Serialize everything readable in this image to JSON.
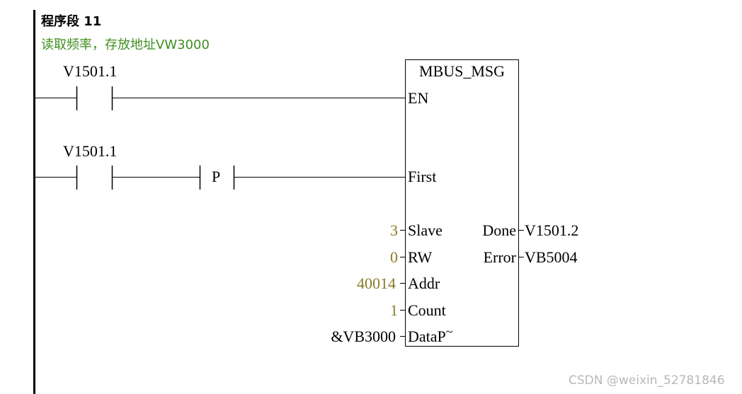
{
  "network": {
    "title": "程序段 11",
    "comment": "读取频率，存放地址VW3000"
  },
  "contacts": {
    "contact1_address": "V1501.1",
    "contact2_address": "V1501.1",
    "edge_label": "P"
  },
  "block": {
    "name": "MBUS_MSG",
    "input_en": "EN",
    "input_first": "First",
    "input_slave": "Slave",
    "input_rw": "RW",
    "input_addr": "Addr",
    "input_count": "Count",
    "input_datap": "DataP",
    "output_done": "Done",
    "output_error": "Error"
  },
  "params": {
    "slave_value": "3",
    "rw_value": "0",
    "addr_value": "40014",
    "count_value": "1",
    "datap_value": "&VB3000",
    "done_target": "V1501.2",
    "error_target": "VB5004"
  },
  "watermark": "CSDN @weixin_52781846",
  "colors": {
    "comment": "#3e8e1e",
    "constant": "#8a7a25",
    "wire": "#000000"
  }
}
